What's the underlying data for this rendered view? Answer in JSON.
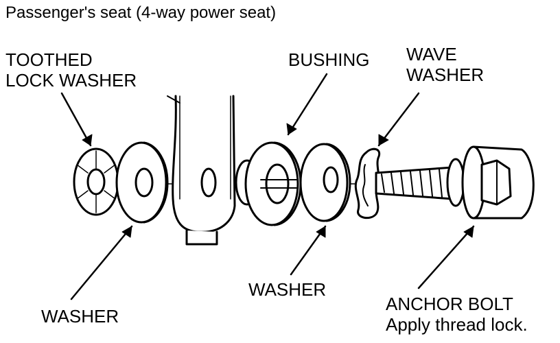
{
  "title": "Passenger's seat (4-way power seat)",
  "labels": {
    "toothed_lock_washer": "TOOTHED\nLOCK WASHER",
    "bushing": "BUSHING",
    "wave_washer": "WAVE\nWASHER",
    "washer_left": "WASHER",
    "washer_mid": "WASHER",
    "anchor_bolt": "ANCHOR BOLT\nApply thread lock."
  },
  "colors": {
    "ink": "#000000",
    "paper": "#ffffff"
  }
}
